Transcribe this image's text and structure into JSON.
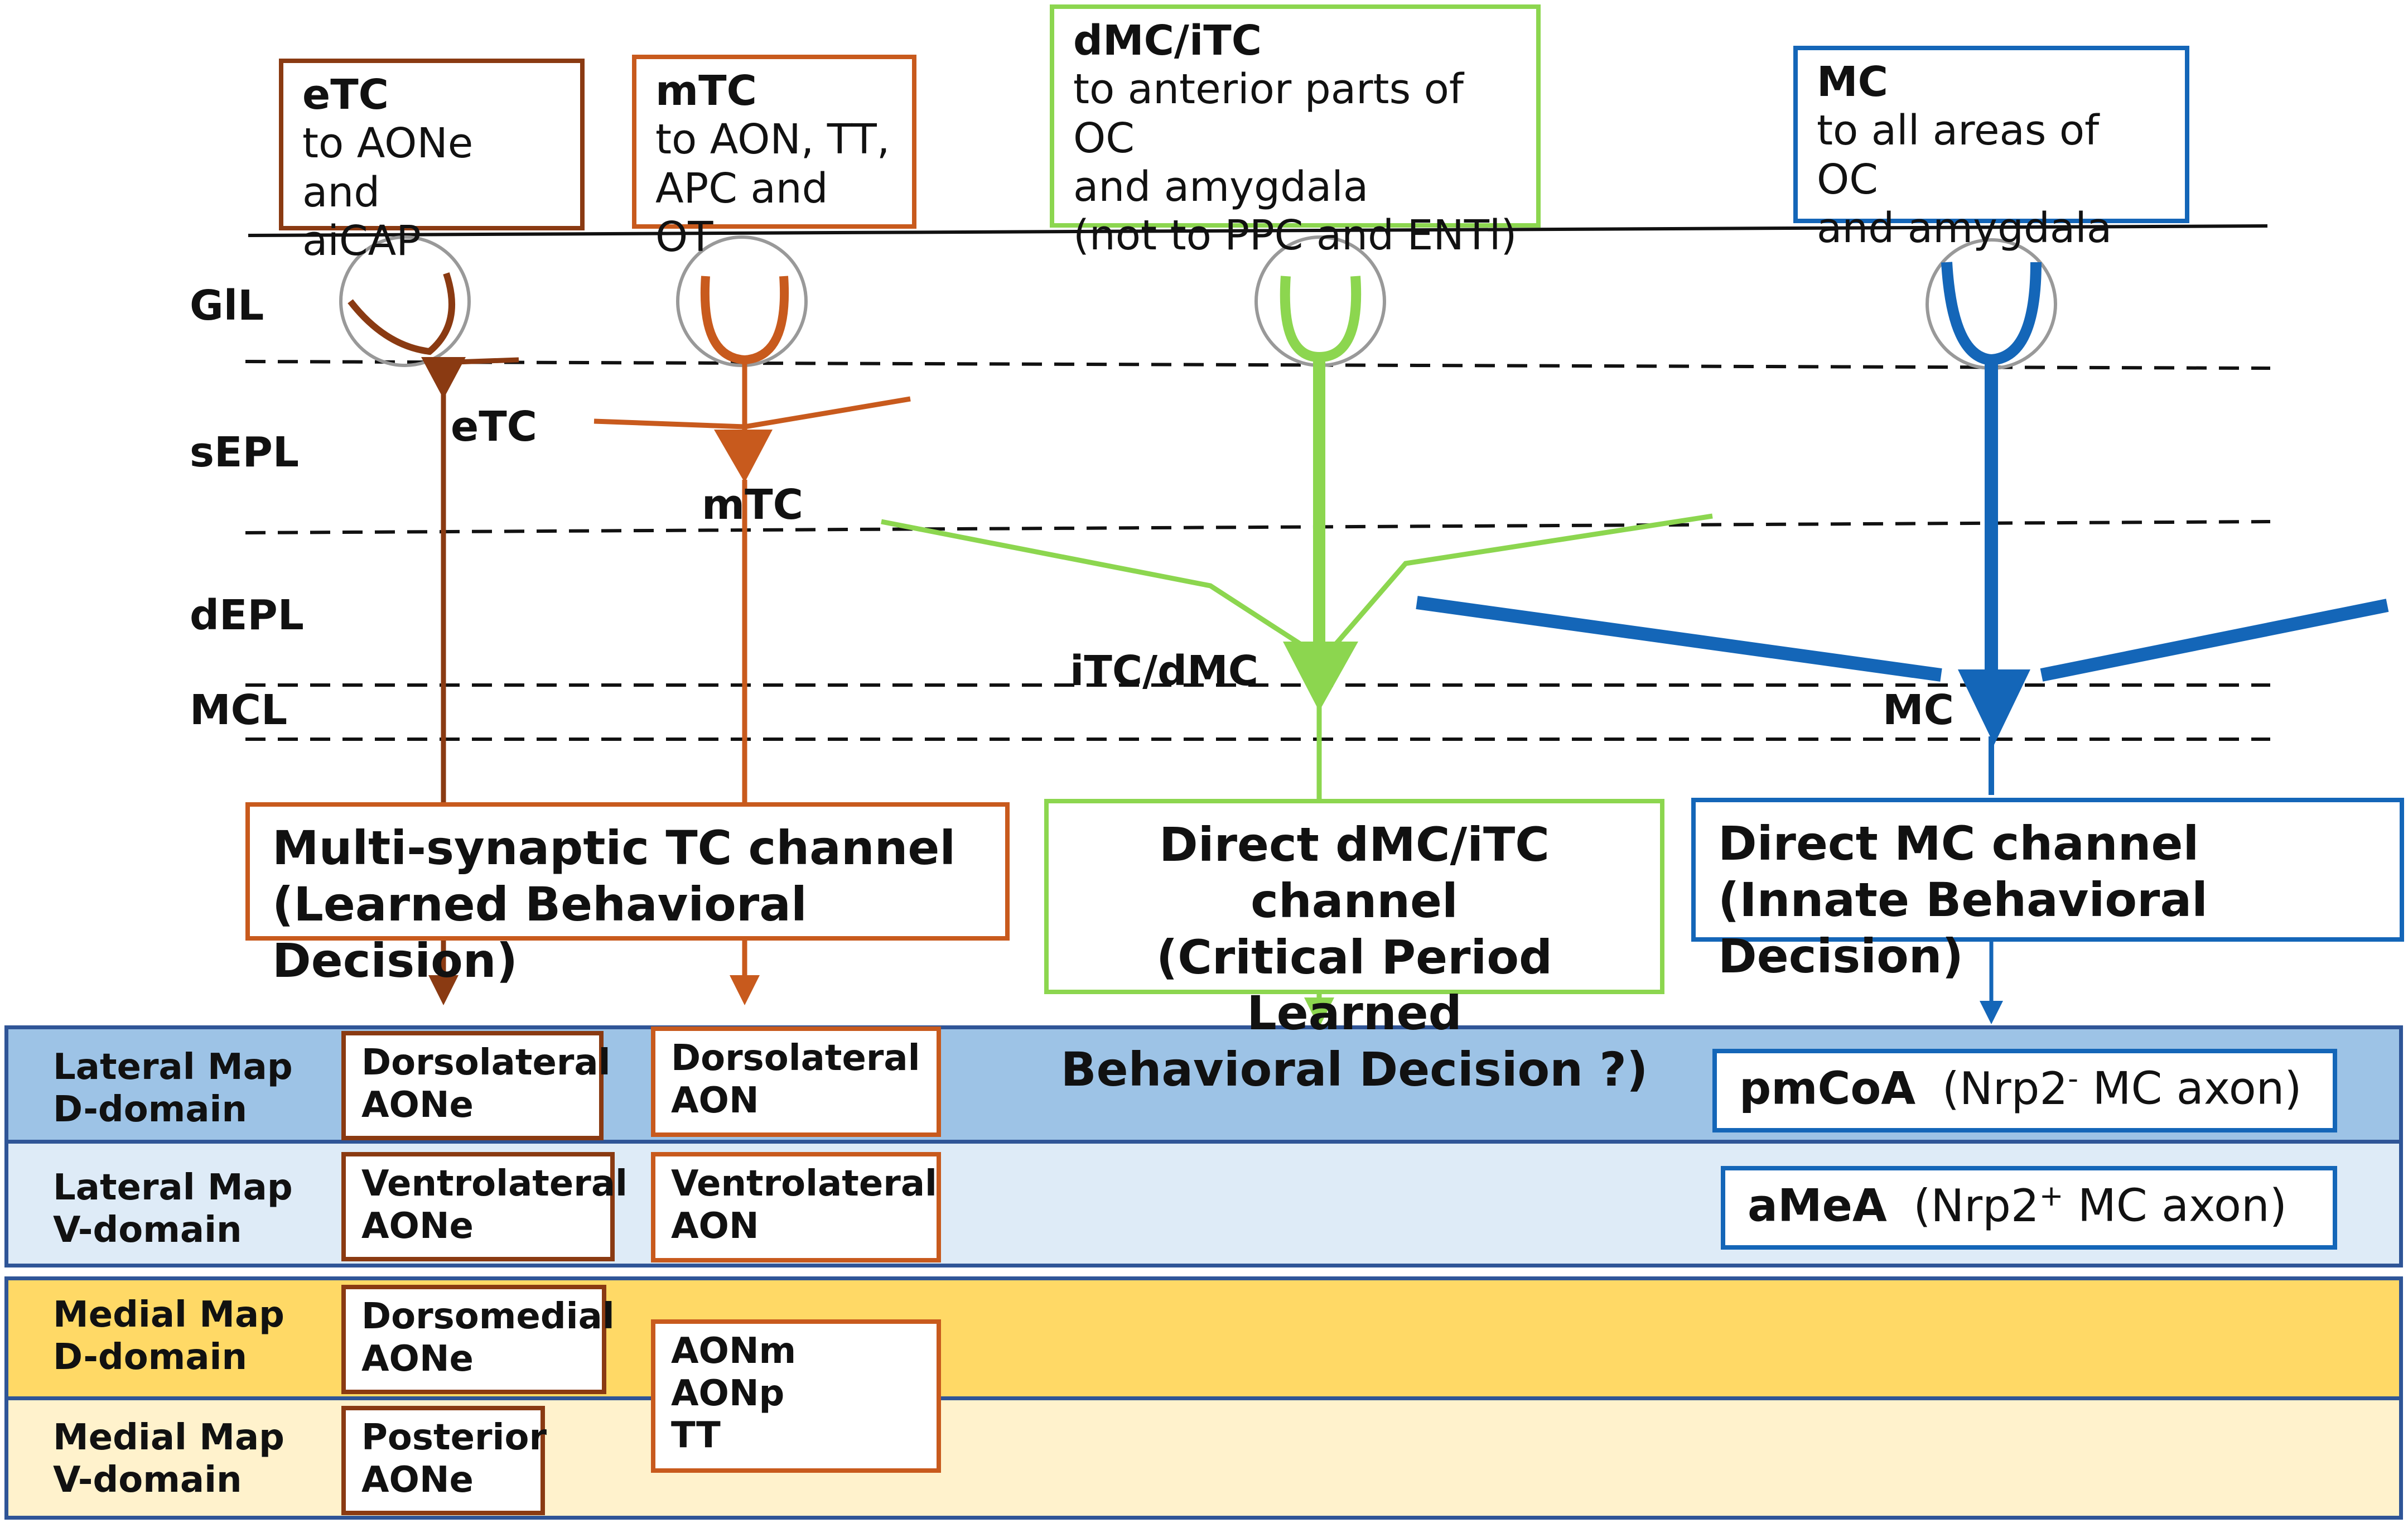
{
  "colors": {
    "etc": "#8a3a12",
    "mtc": "#c85a1d",
    "dmc": "#8cd64f",
    "mc": "#1466b8",
    "lateral_d": "#9dc3e6",
    "lateral_v": "#deebf7",
    "medial_d": "#ffd966",
    "medial_v": "#fff2cc"
  },
  "projection_boxes": {
    "etc": {
      "title": "eTC",
      "text": [
        "to AONe and",
        "aiCAP"
      ]
    },
    "mtc": {
      "title": "mTC",
      "text": [
        "to AON, TT,",
        "APC and OT"
      ]
    },
    "dmc": {
      "title": "dMC/iTC",
      "text": [
        "to anterior parts of OC",
        "and amygdala",
        "(not to PPC and ENTl)"
      ]
    },
    "mc": {
      "title": "MC",
      "text": [
        "to all areas of OC",
        "and amygdala"
      ]
    }
  },
  "layers": [
    "GlL",
    "sEPL",
    "dEPL",
    "MCL"
  ],
  "cell_labels": {
    "etc": "eTC",
    "mtc": "mTC",
    "dmc": "iTC/dMC",
    "mc": "MC"
  },
  "channels": {
    "tc": [
      "Multi-synaptic TC channel",
      "(Learned Behavioral Decision)"
    ],
    "dmc": [
      "Direct dMC/iTC channel",
      "(Critical Period Learned",
      "Behavioral Decision ?)"
    ],
    "mc": [
      "Direct MC channel",
      "(Innate Behavioral Decision)"
    ]
  },
  "maps": [
    {
      "name": [
        "Lateral Map",
        "D-domain"
      ]
    },
    {
      "name": [
        "Lateral Map",
        "V-domain"
      ]
    },
    {
      "name": [
        "Medial Map",
        "D-domain"
      ]
    },
    {
      "name": [
        "Medial Map",
        "V-domain"
      ]
    }
  ],
  "targets": {
    "dl_aone": [
      "Dorsolateral",
      "AONe"
    ],
    "vl_aone": [
      "Ventrolateral",
      "AONe"
    ],
    "dm_aone": [
      "Dorsomedial",
      "AONe"
    ],
    "p_aone": [
      "Posterior",
      "AONe"
    ],
    "dl_aon": [
      "Dorsolateral",
      "AON"
    ],
    "vl_aon": [
      "Ventrolateral",
      "AON"
    ],
    "med_aon": [
      "AONm",
      "AONp",
      "TT"
    ]
  },
  "amygdala": {
    "pmcoa": {
      "name": "pmCoA",
      "axon": "(Nrp2",
      "sup": "-",
      "rest": " MC axon)"
    },
    "amea": {
      "name": "aMeA",
      "axon": "(Nrp2",
      "sup": "+",
      "rest": " MC axon)"
    }
  }
}
